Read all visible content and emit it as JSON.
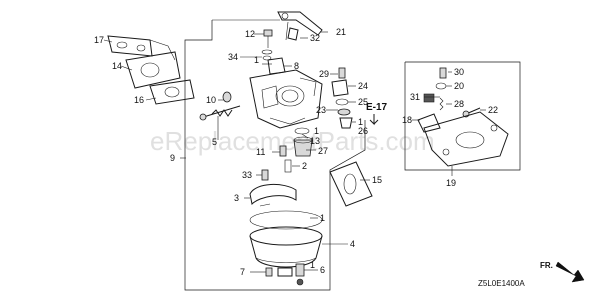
{
  "watermark": "eReplacementParts.com",
  "reference": "E-17",
  "diagram_code": "Z5L0E1400A",
  "direction_label": "FR.",
  "callouts": {
    "1": "1",
    "2": "2",
    "3": "3",
    "4": "4",
    "5": "5",
    "6": "6",
    "7": "7",
    "8": "8",
    "9": "9",
    "10": "10",
    "11": "11",
    "12": "12",
    "13": "13",
    "14": "14",
    "15": "15",
    "16": "16",
    "17": "17",
    "18": "18",
    "19": "19",
    "20": "20",
    "21": "21",
    "22": "22",
    "23": "23",
    "24": "24",
    "25": "25",
    "26": "26",
    "27": "27",
    "28": "28",
    "29": "29",
    "30": "30",
    "31": "31",
    "32": "32",
    "33": "33",
    "34": "34"
  }
}
